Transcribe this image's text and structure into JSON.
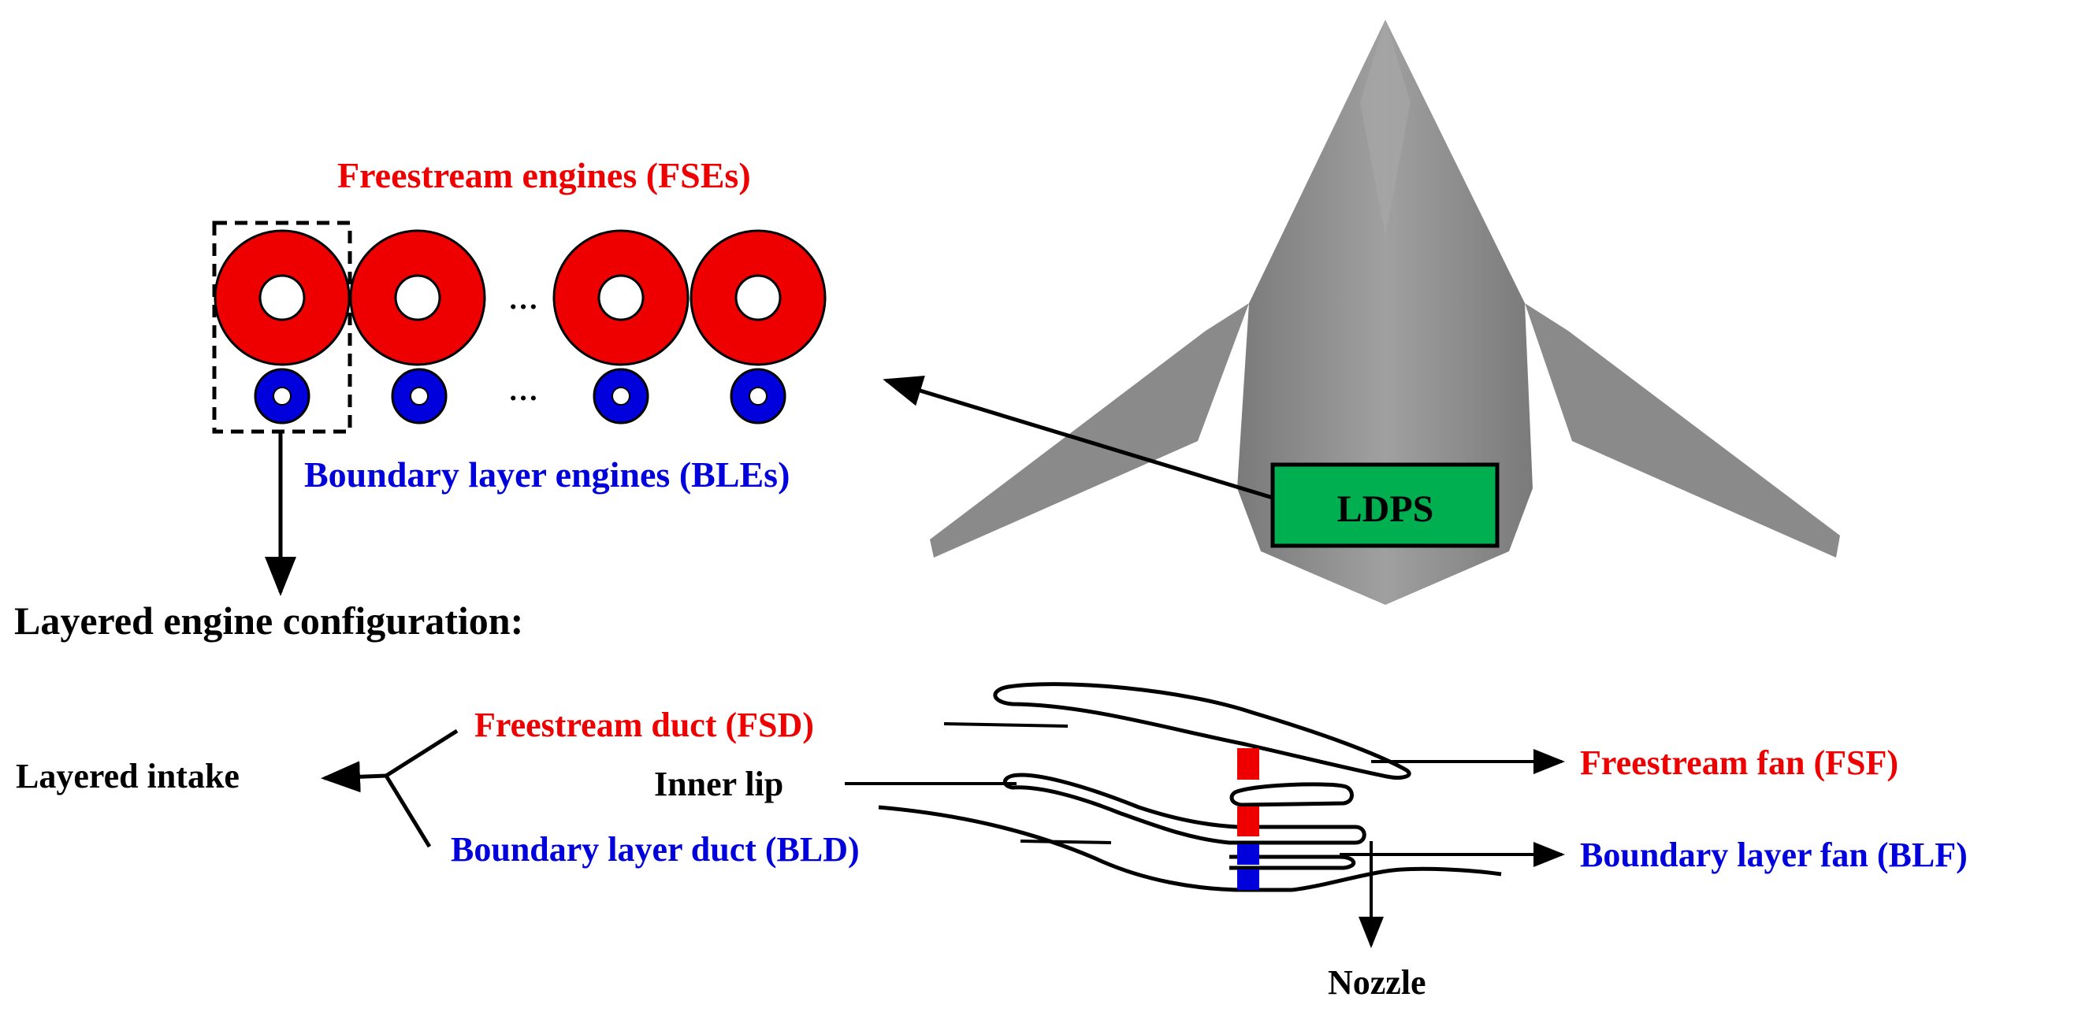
{
  "labels": {
    "fse": "Freestream engines (FSEs)",
    "ble": "Boundary layer engines (BLEs)",
    "ellipsis_top": "…",
    "ellipsis_bottom": "…",
    "ldps": "LDPS",
    "layered_config": "Layered engine configuration:",
    "layered_intake": "Layered intake",
    "fsd": "Freestream duct (FSD)",
    "inner_lip": "Inner lip",
    "bld": "Boundary layer duct (BLD)",
    "fsf": "Freestream fan (FSF)",
    "blf": "Boundary layer fan (BLF)",
    "nozzle": "Nozzle"
  },
  "colors": {
    "freestream": "#ee0000",
    "boundary_layer": "#0000dd",
    "ldps_box": "#00b050",
    "aircraft": "#8c8c8c",
    "ink": "#000000"
  }
}
